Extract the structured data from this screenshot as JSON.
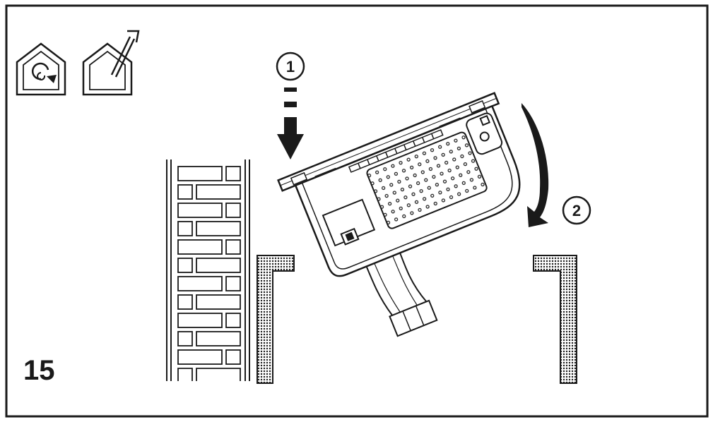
{
  "figure": {
    "number": "15"
  },
  "steps": [
    {
      "label": "1"
    },
    {
      "label": "2"
    }
  ],
  "icons": [
    "recirculation-mode-icon",
    "extraction-mode-icon"
  ],
  "colors": {
    "line": "#1a1a1a",
    "background": "#ffffff"
  }
}
